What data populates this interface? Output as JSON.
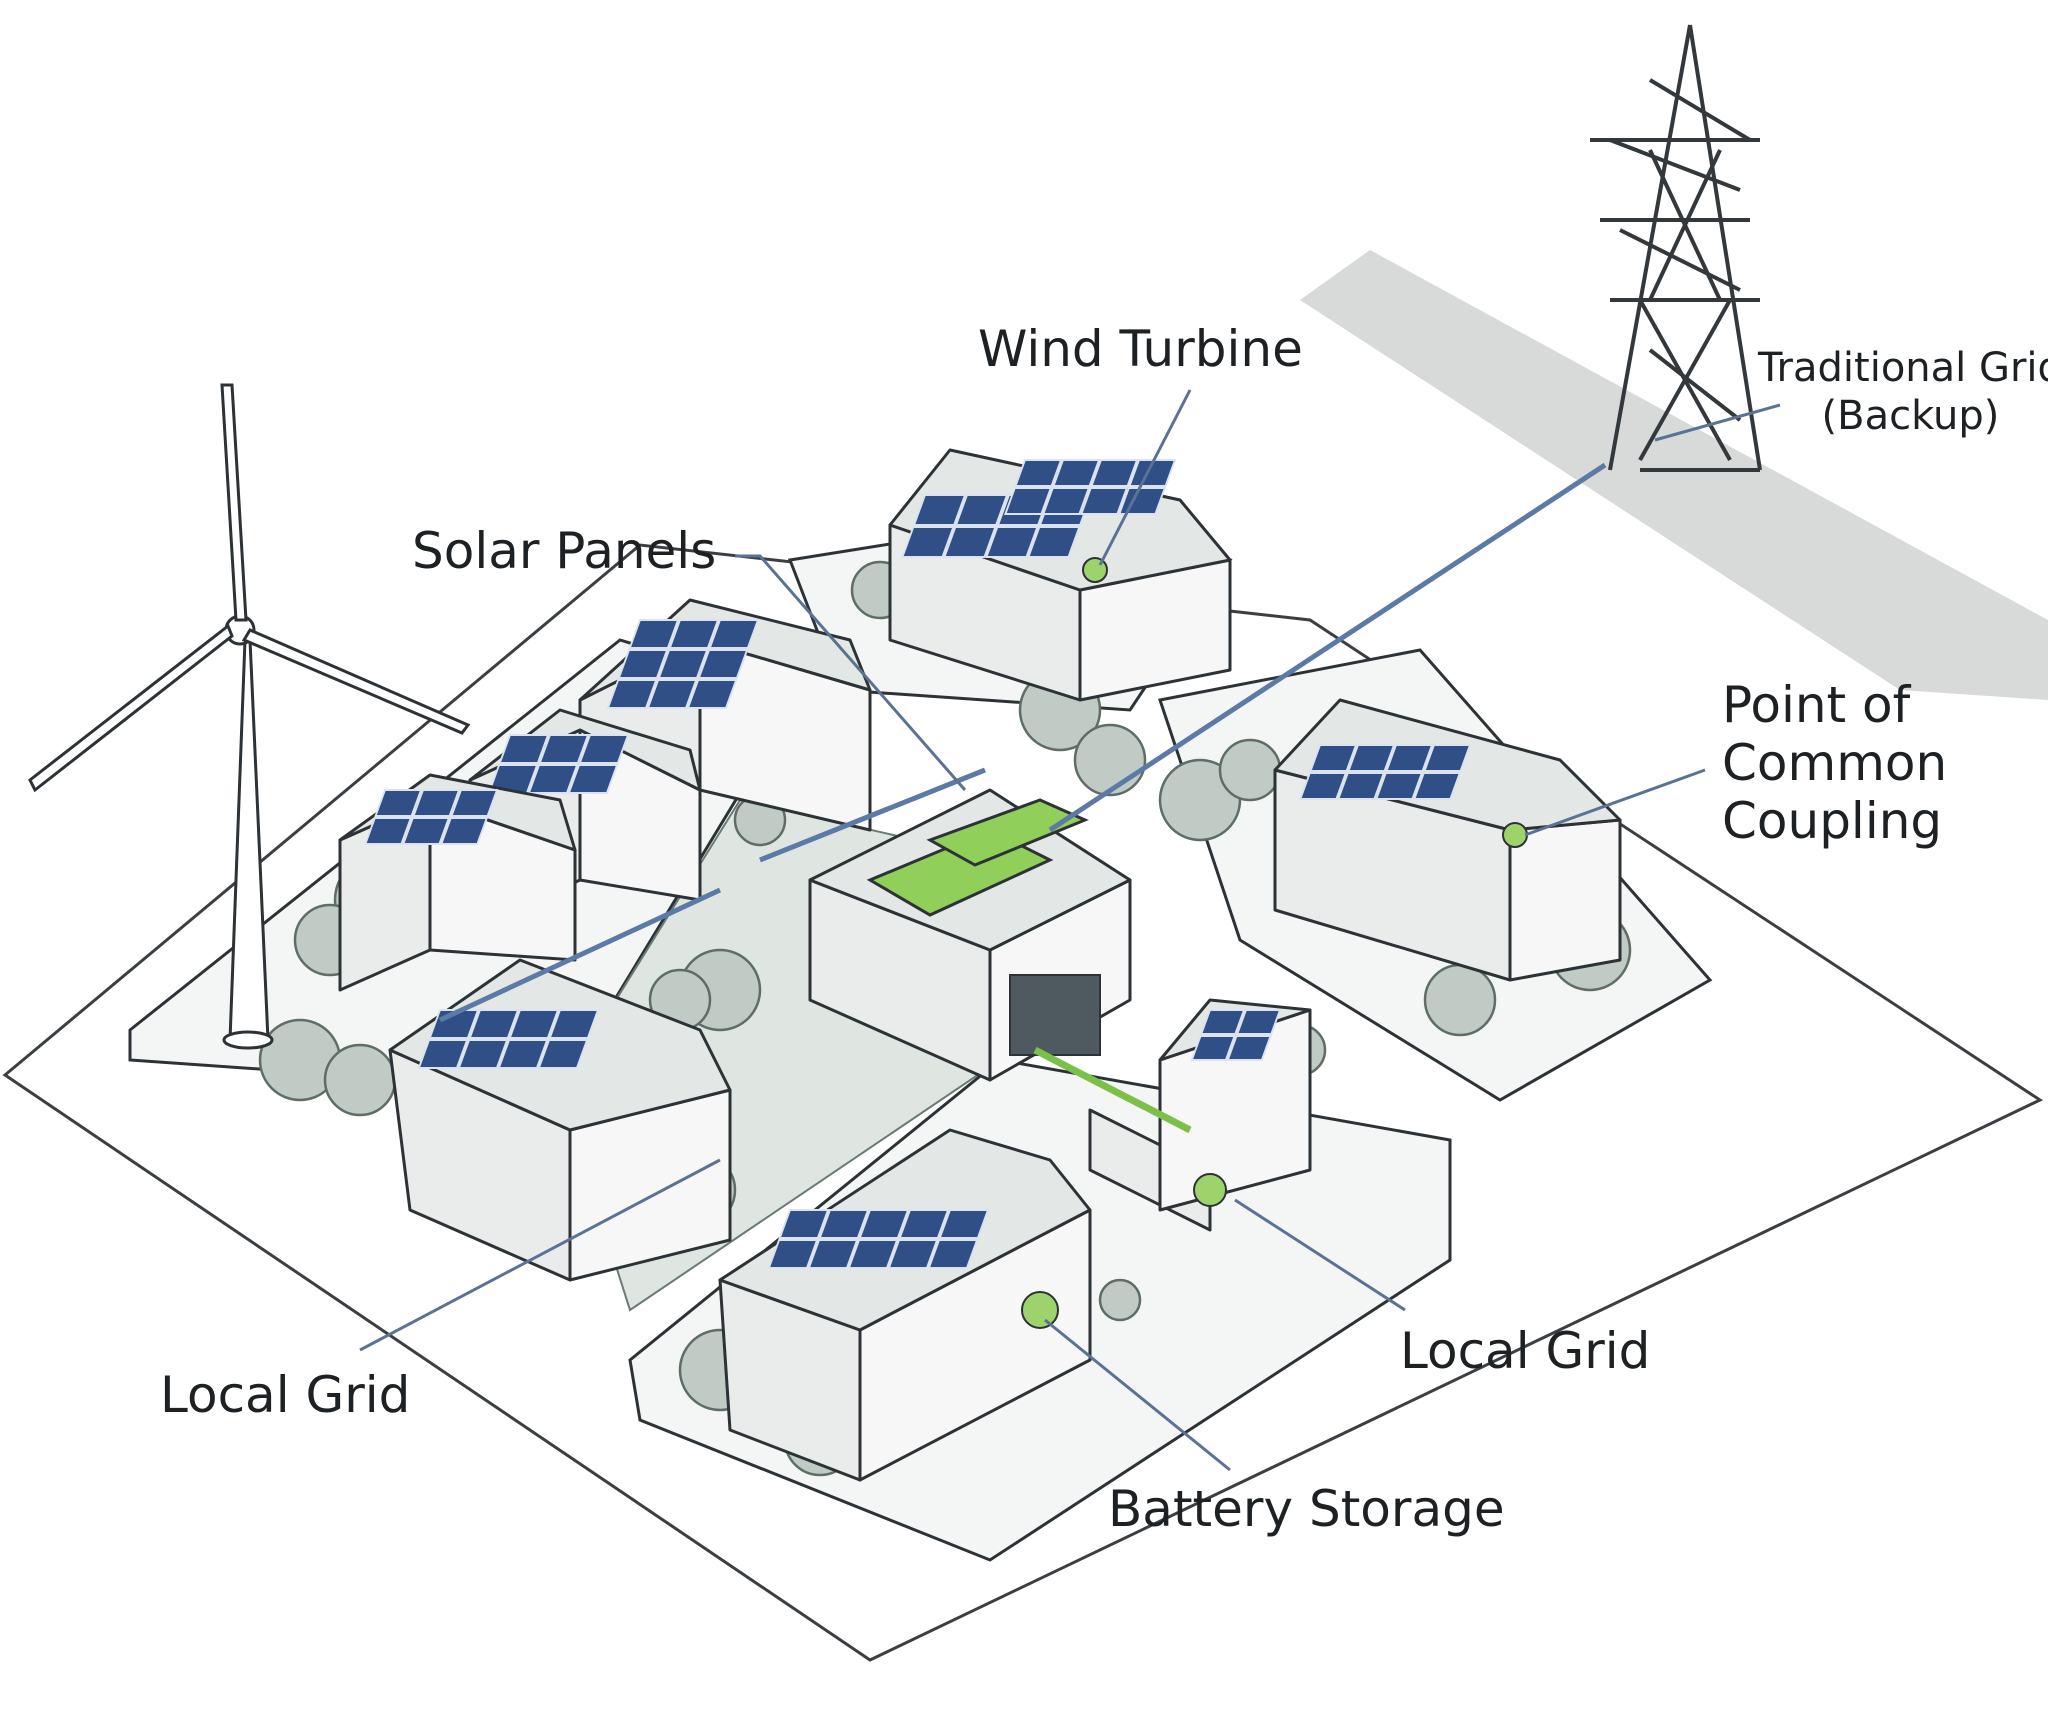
{
  "labels": {
    "wind_turbine": "Wind Turbine",
    "solar_panels": "Solar Panels",
    "traditional_grid_line1": "Traditional Grid",
    "traditional_grid_line2": "(Backup)",
    "pcc_line1": "Point of",
    "pcc_line2": "Common",
    "pcc_line3": "Coupling",
    "local_grid_left": "Local Grid",
    "local_grid_right": "Local Grid",
    "battery_storage": "Battery Storage"
  },
  "colors": {
    "solar_panel": "#2f4f86",
    "battery_green": "#8fcf5a",
    "grid_line": "#5d7aa6",
    "leader_line": "#5a7294",
    "vegetation": "#bfcbc4"
  }
}
